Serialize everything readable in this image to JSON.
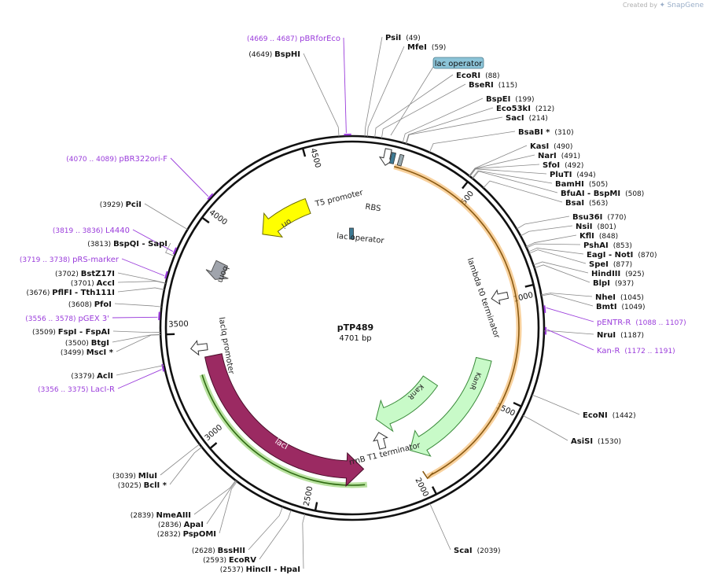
{
  "header": {
    "created_by": "Created by",
    "brand": "SnapGene"
  },
  "plasmid": {
    "name": "pTP489",
    "length": "4701 bp",
    "total": 4701
  },
  "ticks": [
    "500",
    "1000",
    "1500",
    "2000",
    "2500",
    "3000",
    "3500",
    "4000",
    "4500"
  ],
  "enzymes_right": [
    {
      "name": "PsiI",
      "pos": "(49)",
      "site": 49
    },
    {
      "name": "MfeI",
      "pos": "(59)",
      "site": 59
    },
    {
      "name": "EcoRI",
      "pos": "(88)",
      "site": 88
    },
    {
      "name": "BseRI",
      "pos": "(115)",
      "site": 115
    },
    {
      "name": "BspEI",
      "pos": "(199)",
      "site": 199
    },
    {
      "name": "Eco53kI",
      "pos": "(212)",
      "site": 212
    },
    {
      "name": "SacI",
      "pos": "(214)",
      "site": 214
    },
    {
      "name": "BsaBI",
      "star": "*",
      "pos": "(310)",
      "site": 310
    },
    {
      "name": "KasI",
      "pos": "(490)",
      "site": 490
    },
    {
      "name": "NarI",
      "pos": "(491)",
      "site": 491
    },
    {
      "name": "SfoI",
      "pos": "(492)",
      "site": 492
    },
    {
      "name": "PluTI",
      "pos": "(494)",
      "site": 494
    },
    {
      "name": "BamHI",
      "pos": "(505)",
      "site": 505
    },
    {
      "name": "BfuAI",
      "name2": "BspMI",
      "pos": "(508)",
      "site": 508
    },
    {
      "name": "BsaI",
      "pos": "(563)",
      "site": 563
    },
    {
      "name": "Bsu36I",
      "pos": "(770)",
      "site": 770
    },
    {
      "name": "NsiI",
      "pos": "(801)",
      "site": 801
    },
    {
      "name": "KflI",
      "pos": "(848)",
      "site": 848
    },
    {
      "name": "PshAI",
      "pos": "(853)",
      "site": 853
    },
    {
      "name": "EagI",
      "name2": "NotI",
      "pos": "(870)",
      "site": 870
    },
    {
      "name": "SpeI",
      "pos": "(877)",
      "site": 877
    },
    {
      "name": "HindIII",
      "pos": "(925)",
      "site": 925
    },
    {
      "name": "BlpI",
      "pos": "(937)",
      "site": 937
    },
    {
      "name": "NheI",
      "pos": "(1045)",
      "site": 1045
    },
    {
      "name": "BmtI",
      "pos": "(1049)",
      "site": 1049
    },
    {
      "name": "NruI",
      "pos": "(1187)",
      "site": 1187
    },
    {
      "name": "EcoNI",
      "pos": "(1442)",
      "site": 1442
    },
    {
      "name": "AsiSI",
      "pos": "(1530)",
      "site": 1530
    },
    {
      "name": "ScaI",
      "pos": "(2039)",
      "site": 2039
    }
  ],
  "enzymes_left": [
    {
      "name": "BspHI",
      "pos": "(4649)",
      "site": 4649
    },
    {
      "name": "PciI",
      "pos": "(3929)",
      "site": 3929
    },
    {
      "name": "BspQI",
      "name2": "SapI",
      "pos": "(3813)",
      "site": 3813
    },
    {
      "name": "BstZ17I",
      "pos": "(3702)",
      "site": 3702
    },
    {
      "name": "AccI",
      "pos": "(3701)",
      "site": 3701
    },
    {
      "name": "PflFI",
      "name2": "Tth111I",
      "pos": "(3676)",
      "site": 3676
    },
    {
      "name": "PfoI",
      "pos": "(3608)",
      "site": 3608
    },
    {
      "name": "FspI",
      "name2": "FspAI",
      "pos": "(3509)",
      "site": 3509
    },
    {
      "name": "BtgI",
      "pos": "(3500)",
      "site": 3500
    },
    {
      "name": "MscI",
      "star": "*",
      "pos": "(3499)",
      "site": 3499
    },
    {
      "name": "AclI",
      "pos": "(3379)",
      "site": 3379
    },
    {
      "name": "MluI",
      "pos": "(3039)",
      "site": 3039
    },
    {
      "name": "BclI",
      "star": "*",
      "pos": "(3025)",
      "site": 3025
    },
    {
      "name": "NmeAIII",
      "pos": "(2839)",
      "site": 2839
    },
    {
      "name": "ApaI",
      "pos": "(2836)",
      "site": 2836
    },
    {
      "name": "PspOMI",
      "pos": "(2832)",
      "site": 2832
    },
    {
      "name": "BssHII",
      "pos": "(2628)",
      "site": 2628
    },
    {
      "name": "EcoRV",
      "pos": "(2593)",
      "site": 2593
    },
    {
      "name": "HincII",
      "name2": "HpaI",
      "pos": "(2537)",
      "site": 2537
    }
  ],
  "primers": [
    {
      "name": "pBRforEco",
      "range": "(4669 .. 4687)",
      "start": 4669,
      "end": 4687
    },
    {
      "name": "pBR322ori-F",
      "range": "(4070 .. 4089)",
      "start": 4070,
      "end": 4089
    },
    {
      "name": "L4440",
      "range": "(3819 .. 3836)",
      "start": 3819,
      "end": 3836
    },
    {
      "name": "pRS-marker",
      "range": "(3719 .. 3738)",
      "start": 3719,
      "end": 3738
    },
    {
      "name": "pGEX 3'",
      "range": "(3556 .. 3578)",
      "start": 3556,
      "end": 3578
    },
    {
      "name": "LacI-R",
      "range": "(3356 .. 3375)",
      "start": 3356,
      "end": 3375
    },
    {
      "name": "pENTR-R",
      "range": "(1088 .. 1107)",
      "start": 1088,
      "end": 1107
    },
    {
      "name": "Kan-R",
      "range": "(1172 .. 1191)",
      "start": 1172,
      "end": 1191
    }
  ],
  "features": {
    "lac_operator_box": "lac operator",
    "t5_promoter": "T5 promoter",
    "rbs": "RBS",
    "lac_operator": "lac operator",
    "ori": "ori",
    "bom": "bom",
    "lambda_t0": "lambda t0 terminator",
    "kanr_inner": "KanR",
    "kanr_outer": "KanR",
    "laciq_promoter": "lacIq promoter",
    "laci": "lacI",
    "rrnb_t1": "rrnB T1 terminator"
  },
  "colors": {
    "backbone": "#111111",
    "ori": "#ffff00",
    "bom": "#a0a4ac",
    "kanr": "#c8fac8",
    "laci": "#9b2a62",
    "orf_orange": "#f3b25c",
    "orf_green": "#7ec850",
    "primer": "#9a3cdb",
    "lac_operator": "#8cc4d8"
  }
}
